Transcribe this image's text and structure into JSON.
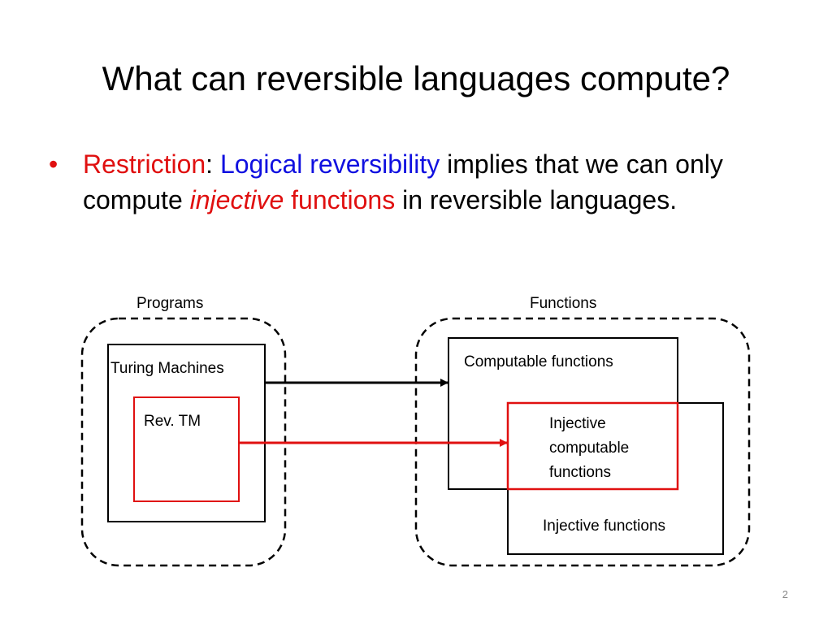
{
  "slide": {
    "title": "What can reversible languages compute?",
    "page_number": "2"
  },
  "bullet": {
    "restriction": "Restriction",
    "colon": ":",
    "logical_reversibility": "Logical reversibility",
    "implies": "implies that we can only compute",
    "injective": "injective",
    "functions": "functions",
    "tail": "in reversible languages."
  },
  "diagram": {
    "programs_label": "Programs",
    "functions_label": "Functions",
    "turing_machines": "Turing Machines",
    "rev_tm": "Rev. TM",
    "computable_functions": "Computable functions",
    "injective_computable_line1": "Injective",
    "injective_computable_line2": "computable",
    "injective_computable_line3": "functions",
    "injective_functions": "Injective functions"
  },
  "colors": {
    "emphasis_red": "#e01010",
    "emphasis_blue": "#1010e0",
    "line_black": "#000000"
  }
}
